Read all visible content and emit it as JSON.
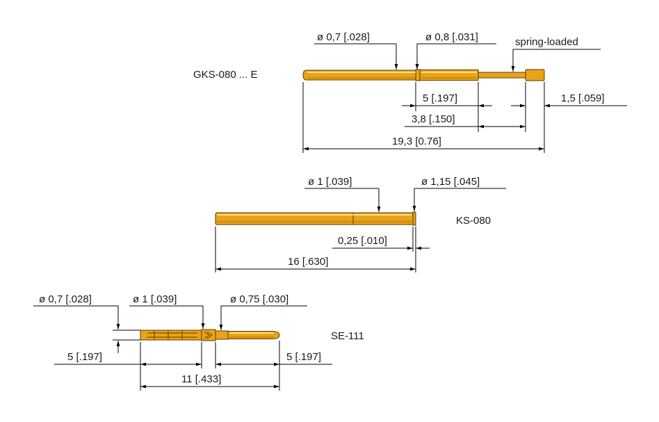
{
  "parts": {
    "gks": {
      "name": "GKS-080 ... E",
      "dia_left": "ø 0,7 [.028]",
      "dia_right": "ø 0,8 [.031]",
      "spring": "spring-loaded",
      "dim_5": "5 [.197]",
      "dim_15": "1,5 [.059]",
      "dim_38": "3,8 [.150]",
      "dim_total": "19,3 [0.76]"
    },
    "ks": {
      "name": "KS-080",
      "dia_left": "ø 1 [.039]",
      "dia_right": "ø 1,15 [.045]",
      "dim_025": "0,25 [.010]",
      "dim_total": "16 [.630]"
    },
    "se": {
      "name": "SE-111",
      "dia_left": "ø 0,7 [.028]",
      "dia_mid": "ø 1 [.039]",
      "dia_right": "ø 0,75 [.030]",
      "dim_left": "5 [.197]",
      "dim_right": "5 [.197]",
      "dim_total": "11 [.433]"
    }
  },
  "colors": {
    "pin_gold": "#e9a31a",
    "pin_outline": "#5a3a00",
    "dim_line": "#000000"
  }
}
